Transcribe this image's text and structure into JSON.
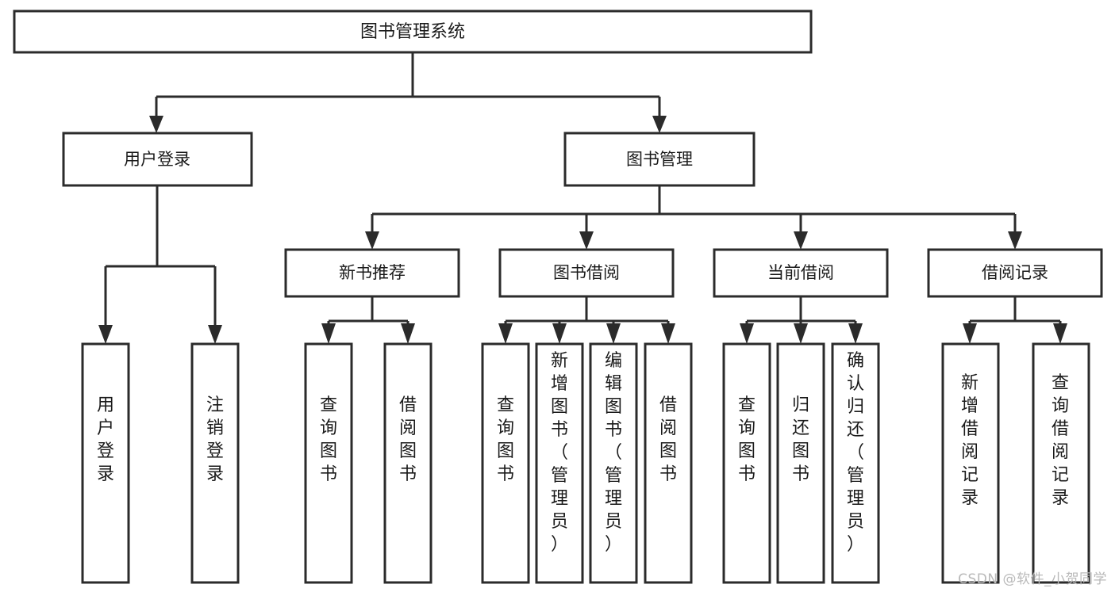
{
  "diagram": {
    "type": "tree-hierarchy-flowchart",
    "title": "图书管理系统",
    "orientation": "top-down",
    "box_fill": "#ffffff",
    "line_color": "#2b2b2b",
    "background": "#ffffff"
  },
  "nodes": {
    "root": {
      "label": "图书管理系统",
      "level": 0
    },
    "level1": [
      {
        "id": "user-login",
        "label": "用户登录"
      },
      {
        "id": "book-management",
        "label": "图书管理"
      }
    ],
    "level2": [
      {
        "id": "new-book-recommend",
        "label": "新书推荐",
        "parent": "book-management"
      },
      {
        "id": "book-borrow",
        "label": "图书借阅",
        "parent": "book-management"
      },
      {
        "id": "current-borrow",
        "label": "当前借阅",
        "parent": "book-management"
      },
      {
        "id": "borrow-record",
        "label": "借阅记录",
        "parent": "book-management"
      }
    ],
    "leaves": {
      "user-login": [
        {
          "id": "leaf-user-login",
          "label": "用户登录"
        },
        {
          "id": "leaf-logout",
          "label": "注销登录"
        }
      ],
      "new-book-recommend": [
        {
          "id": "leaf-query-book-1",
          "label": "查询图书"
        },
        {
          "id": "leaf-borrow-book-1",
          "label": "借阅图书"
        }
      ],
      "book-borrow": [
        {
          "id": "leaf-query-book-2",
          "label": "查询图书"
        },
        {
          "id": "leaf-add-book",
          "label": "新增图书（管理员）"
        },
        {
          "id": "leaf-edit-book",
          "label": "编辑图书（管理员）"
        },
        {
          "id": "leaf-borrow-book-2",
          "label": "借阅图书"
        }
      ],
      "current-borrow": [
        {
          "id": "leaf-query-book-3",
          "label": "查询图书"
        },
        {
          "id": "leaf-return-book",
          "label": "归还图书"
        },
        {
          "id": "leaf-confirm-return",
          "label": "确认归还（管理员）"
        }
      ],
      "borrow-record": [
        {
          "id": "leaf-add-record",
          "label": "新增借阅记录"
        },
        {
          "id": "leaf-query-record",
          "label": "查询借阅记录"
        }
      ]
    }
  },
  "watermark": {
    "text": "CSDN @软件_小贺同学"
  }
}
